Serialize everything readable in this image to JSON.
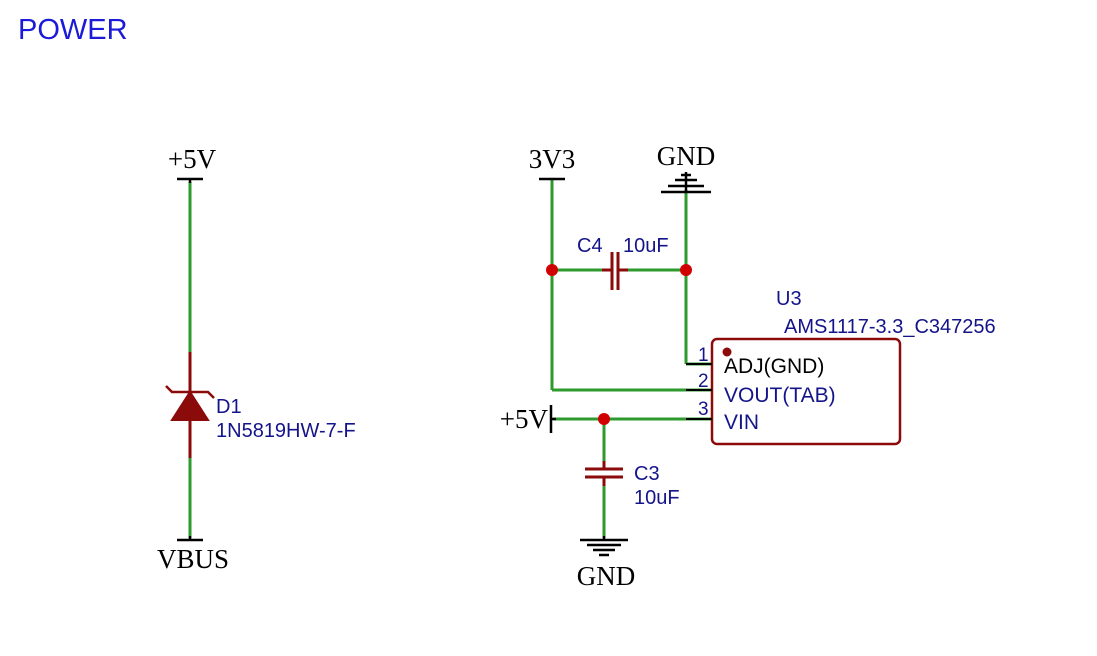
{
  "sheet": {
    "title": "POWER"
  },
  "colors": {
    "wire": "#2e9a2e",
    "component": "#8b0a0a",
    "junction": "#d10000",
    "label": "#14148a",
    "title": "#1a1ad8",
    "power": "#000000"
  },
  "nets": {
    "plus5v_top": "+5V",
    "vbus": "VBUS",
    "v3v3": "3V3",
    "gnd_top": "GND",
    "plus5v_mid": "+5V",
    "gnd_bottom": "GND"
  },
  "components": {
    "d1": {
      "ref": "D1",
      "value": "1N5819HW-7-F"
    },
    "c4": {
      "ref": "C4",
      "value": "10uF"
    },
    "c3": {
      "ref": "C3",
      "value": "10uF"
    },
    "u3": {
      "ref": "U3",
      "value": "AMS1117-3.3_C347256",
      "pins": [
        {
          "num": "1",
          "name": "ADJ(GND)"
        },
        {
          "num": "2",
          "name": "VOUT(TAB)"
        },
        {
          "num": "3",
          "name": "VIN"
        }
      ]
    }
  }
}
